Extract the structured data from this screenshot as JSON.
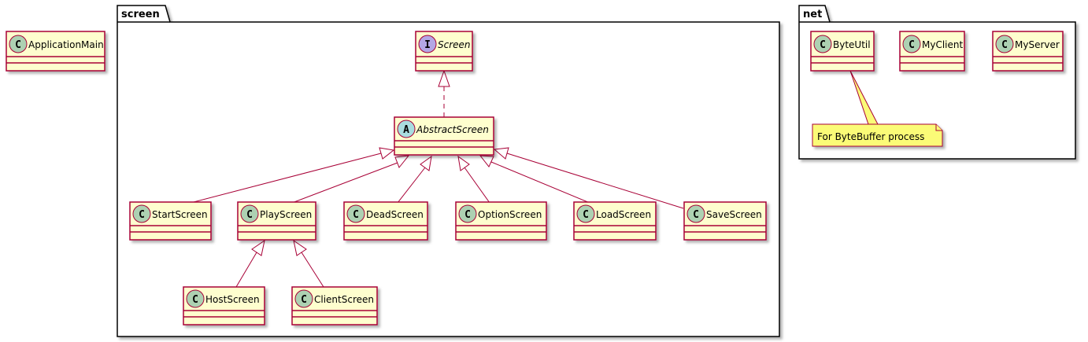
{
  "diagram": {
    "type": "uml-class-diagram",
    "packages": {
      "screen": {
        "name": "screen"
      },
      "net": {
        "name": "net"
      }
    },
    "classes": {
      "application_main": {
        "name": "ApplicationMain",
        "kind": "class",
        "glyph": "C"
      },
      "screen_iface": {
        "name": "Screen",
        "kind": "interface",
        "glyph": "I"
      },
      "abstract_screen": {
        "name": "AbstractScreen",
        "kind": "abstract",
        "glyph": "A"
      },
      "start_screen": {
        "name": "StartScreen",
        "kind": "class",
        "glyph": "C"
      },
      "play_screen": {
        "name": "PlayScreen",
        "kind": "class",
        "glyph": "C"
      },
      "dead_screen": {
        "name": "DeadScreen",
        "kind": "class",
        "glyph": "C"
      },
      "option_screen": {
        "name": "OptionScreen",
        "kind": "class",
        "glyph": "C"
      },
      "load_screen": {
        "name": "LoadScreen",
        "kind": "class",
        "glyph": "C"
      },
      "save_screen": {
        "name": "SaveScreen",
        "kind": "class",
        "glyph": "C"
      },
      "host_screen": {
        "name": "HostScreen",
        "kind": "class",
        "glyph": "C"
      },
      "client_screen": {
        "name": "ClientScreen",
        "kind": "class",
        "glyph": "C"
      },
      "byte_util": {
        "name": "ByteUtil",
        "kind": "class",
        "glyph": "C"
      },
      "my_client": {
        "name": "MyClient",
        "kind": "class",
        "glyph": "C"
      },
      "my_server": {
        "name": "MyServer",
        "kind": "class",
        "glyph": "C"
      }
    },
    "note": {
      "text": "For ByteBuffer process",
      "attached_to": "ByteUtil"
    },
    "relations": [
      {
        "from": "AbstractScreen",
        "to": "Screen",
        "type": "realization"
      },
      {
        "from": "StartScreen",
        "to": "AbstractScreen",
        "type": "generalization"
      },
      {
        "from": "PlayScreen",
        "to": "AbstractScreen",
        "type": "generalization"
      },
      {
        "from": "DeadScreen",
        "to": "AbstractScreen",
        "type": "generalization"
      },
      {
        "from": "OptionScreen",
        "to": "AbstractScreen",
        "type": "generalization"
      },
      {
        "from": "LoadScreen",
        "to": "AbstractScreen",
        "type": "generalization"
      },
      {
        "from": "SaveScreen",
        "to": "AbstractScreen",
        "type": "generalization"
      },
      {
        "from": "HostScreen",
        "to": "PlayScreen",
        "type": "generalization"
      },
      {
        "from": "ClientScreen",
        "to": "PlayScreen",
        "type": "generalization"
      }
    ],
    "colors": {
      "class_fill": "#FEFECE",
      "class_border": "#A80036",
      "class_glyph_circle": "#ADD1B2",
      "abstract_glyph_circle": "#A9DCDF",
      "interface_glyph_circle": "#B4A7E5",
      "note_fill": "#FBFB77",
      "package_border": "#000000"
    }
  }
}
